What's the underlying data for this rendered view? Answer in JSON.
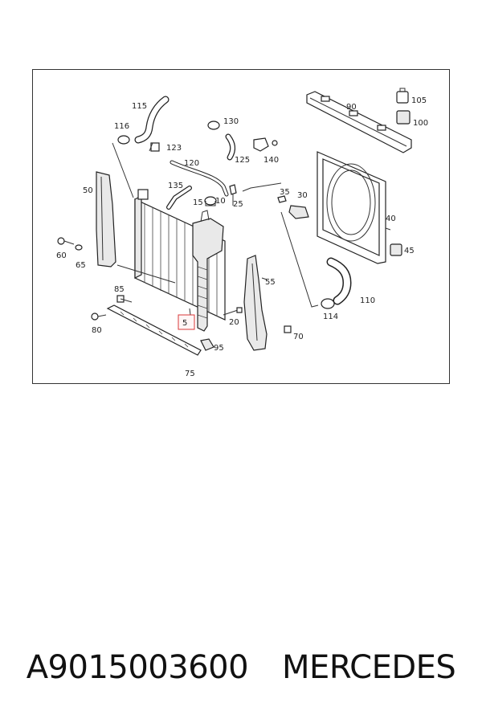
{
  "diagram": {
    "callouts": {
      "c5": "5",
      "c10": "10",
      "c15": "15",
      "c20": "20",
      "c25": "25",
      "c30": "30",
      "c35": "35",
      "c40": "40",
      "c45": "45",
      "c50": "50",
      "c55": "55",
      "c60": "60",
      "c65": "65",
      "c70": "70",
      "c75": "75",
      "c80": "80",
      "c85": "85",
      "c90": "90",
      "c95": "95",
      "c100": "100",
      "c105": "105",
      "c110": "110",
      "c114": "114",
      "c115": "115",
      "c116": "116",
      "c120": "120",
      "c123": "123",
      "c125": "125",
      "c130": "130",
      "c135": "135",
      "c140": "140"
    },
    "highlighted_callout": "5",
    "highlight_color": "#d9383a"
  },
  "caption": {
    "part_number": "A9015003600",
    "brand": "MERCEDES"
  }
}
